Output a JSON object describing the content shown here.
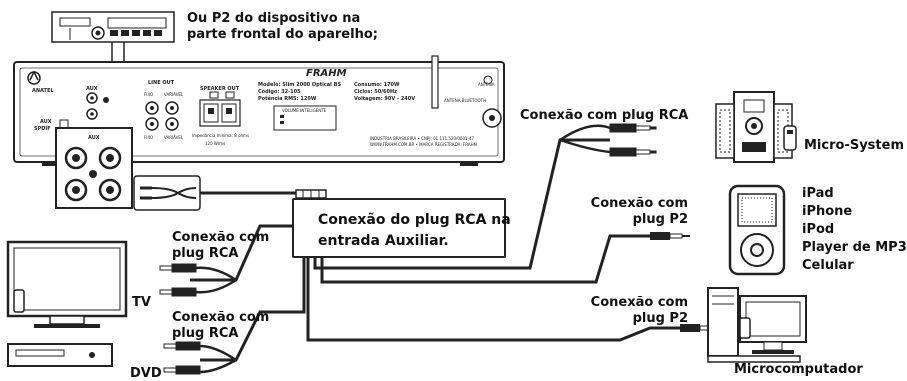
{
  "front_panel_note": [
    "Ou P2 do dispositivo na",
    "parte frontal do aparelho;"
  ],
  "center_box": [
    "Conexão do plug RCA na",
    "entrada Auxiliar."
  ],
  "conn_rca_right": "Conexão com plug RCA",
  "conn_p2_top": [
    "Conexão com",
    "plug P2"
  ],
  "conn_p2_bottom": [
    "Conexão com",
    "plug P2"
  ],
  "conn_rca_left_top": [
    "Conexão com",
    "plug RCA"
  ],
  "conn_rca_left_bottom": [
    "Conexão com",
    "plug RCA"
  ],
  "devices": {
    "micro_system": "Micro-System",
    "portable": [
      "iPad",
      "iPhone",
      "iPod",
      "Player de MP3",
      "Celular"
    ],
    "computer": "Microcomputador",
    "tv": "TV",
    "dvd": "DVD"
  },
  "panel": {
    "brand": "FRAHM",
    "anatel": "ANATEL",
    "aux": "AUX",
    "aux_label": "AUX",
    "spdif": "SPDIF",
    "line_out": "LINE OUT",
    "fixo": "FIXO",
    "variavel": "VARIÁVEL",
    "speaker_out": "SPEAKER OUT",
    "antenna": "ANTENA",
    "antenna_bt": "ANTENA BLUETOOTH",
    "impedance": "Impedância mínima: 8 ohms",
    "power": "120 Wrms",
    "model_lines": [
      "Modelo: Slim 2000 Optical BS",
      "Código: 32-105",
      "Potência RMS: 120W"
    ],
    "spec_lines": [
      "Consumo: 170W",
      "Ciclos: 50/60Hz",
      "Voltagem: 90V - 240V"
    ],
    "volume_title": "VOLUME INTELIGENTE",
    "footer_lines": [
      "INDÚSTRIA BRASILEIRA • CNPJ: 01.111.520/0001-47",
      "WWW.FRAHM.COM.BR • MARCA REGISTRADA: FRAHM"
    ]
  }
}
